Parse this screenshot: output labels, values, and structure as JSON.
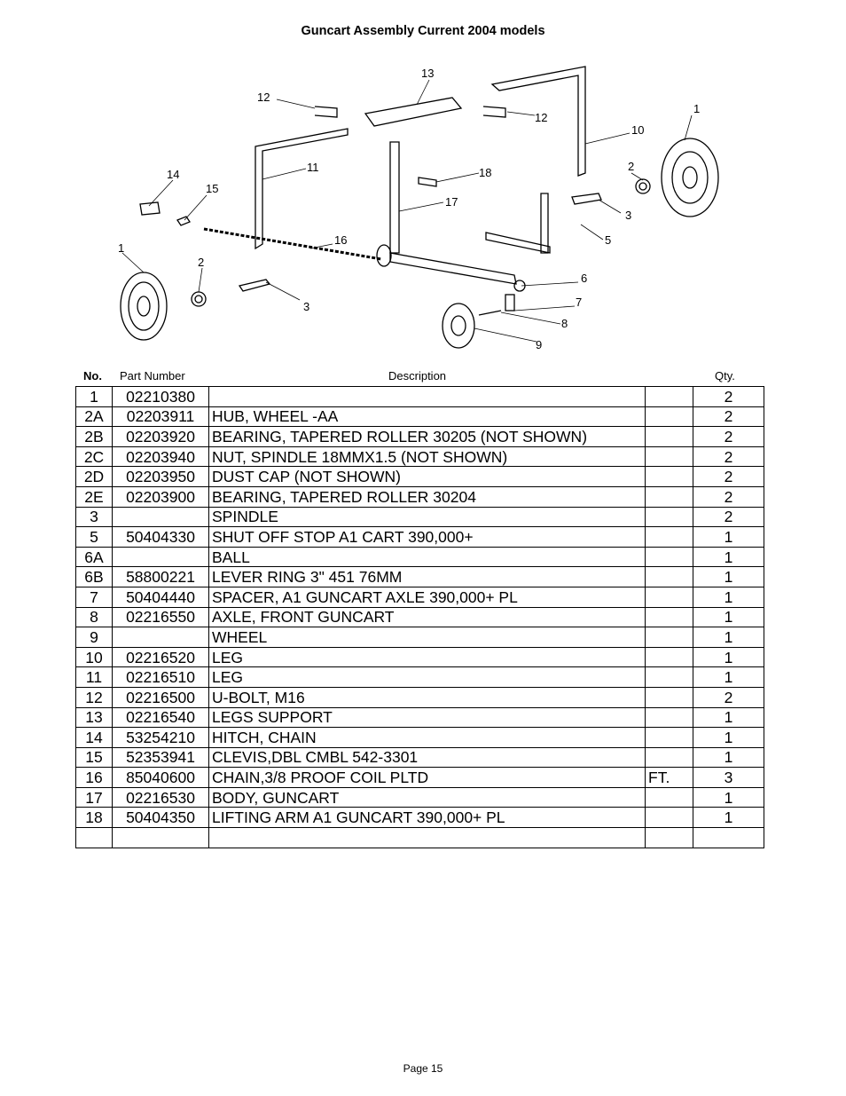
{
  "title": "Guncart Assembly Current 2004 models",
  "diagram": {
    "callouts": [
      "13",
      "12",
      "12",
      "10",
      "1",
      "11",
      "14",
      "15",
      "18",
      "2",
      "17",
      "3",
      "16",
      "1",
      "5",
      "2",
      "6",
      "3",
      "7",
      "8",
      "9"
    ]
  },
  "table": {
    "headers": {
      "no": "No.",
      "part_number": "Part Number",
      "description": "Description",
      "unit": "",
      "qty": "Qty."
    },
    "rows": [
      {
        "no": "1",
        "pn": "02210380",
        "desc": "",
        "unit": "",
        "qty": "2"
      },
      {
        "no": "2A",
        "pn": "02203911",
        "desc": "HUB, WHEEL -AA",
        "unit": "",
        "qty": "2"
      },
      {
        "no": "2B",
        "pn": "02203920",
        "desc": "BEARING, TAPERED ROLLER 30205   (NOT SHOWN)",
        "unit": "",
        "qty": "2"
      },
      {
        "no": "2C",
        "pn": "02203940",
        "desc": "NUT, SPINDLE 18MMX1.5   (NOT SHOWN)",
        "unit": "",
        "qty": "2"
      },
      {
        "no": "2D",
        "pn": "02203950",
        "desc": "DUST CAP     (NOT SHOWN)",
        "unit": "",
        "qty": "2"
      },
      {
        "no": "2E",
        "pn": "02203900",
        "desc": "BEARING, TAPERED ROLLER 30204",
        "unit": "",
        "qty": "2"
      },
      {
        "no": "3",
        "pn": "",
        "desc": "SPINDLE",
        "unit": "",
        "qty": "2"
      },
      {
        "no": "5",
        "pn": "50404330",
        "desc": "SHUT OFF STOP A1 CART 390,000+",
        "unit": "",
        "qty": "1"
      },
      {
        "no": "6A",
        "pn": "",
        "desc": "BALL",
        "unit": "",
        "qty": "1"
      },
      {
        "no": "6B",
        "pn": "58800221",
        "desc": "LEVER RING 3\"  451  76MM",
        "unit": "",
        "qty": "1"
      },
      {
        "no": "7",
        "pn": "50404440",
        "desc": "SPACER, A1 GUNCART AXLE 390,000+ PL",
        "unit": "",
        "qty": "1"
      },
      {
        "no": "8",
        "pn": "02216550",
        "desc": "AXLE, FRONT GUNCART",
        "unit": "",
        "qty": "1"
      },
      {
        "no": "9",
        "pn": "",
        "desc": "WHEEL",
        "unit": "",
        "qty": "1"
      },
      {
        "no": "10",
        "pn": "02216520",
        "desc": "LEG",
        "unit": "",
        "qty": "1"
      },
      {
        "no": "11",
        "pn": "02216510",
        "desc": "LEG",
        "unit": "",
        "qty": "1"
      },
      {
        "no": "12",
        "pn": "02216500",
        "desc": "U-BOLT, M16",
        "unit": "",
        "qty": "2"
      },
      {
        "no": "13",
        "pn": "02216540",
        "desc": "LEGS SUPPORT",
        "unit": "",
        "qty": "1"
      },
      {
        "no": "14",
        "pn": "53254210",
        "desc": "HITCH, CHAIN",
        "unit": "",
        "qty": "1"
      },
      {
        "no": "15",
        "pn": "52353941",
        "desc": "CLEVIS,DBL CMBL 542-3301",
        "unit": "",
        "qty": "1"
      },
      {
        "no": "16",
        "pn": "85040600",
        "desc": "CHAIN,3/8 PROOF COIL PLTD",
        "unit": "FT.",
        "qty": "3"
      },
      {
        "no": "17",
        "pn": "02216530",
        "desc": "BODY, GUNCART",
        "unit": "",
        "qty": "1"
      },
      {
        "no": "18",
        "pn": "50404350",
        "desc": "LIFTING ARM A1 GUNCART 390,000+ PL",
        "unit": "",
        "qty": "1"
      },
      {
        "no": "",
        "pn": "",
        "desc": "",
        "unit": "",
        "qty": ""
      }
    ]
  },
  "footer": {
    "page": "Page 15"
  }
}
